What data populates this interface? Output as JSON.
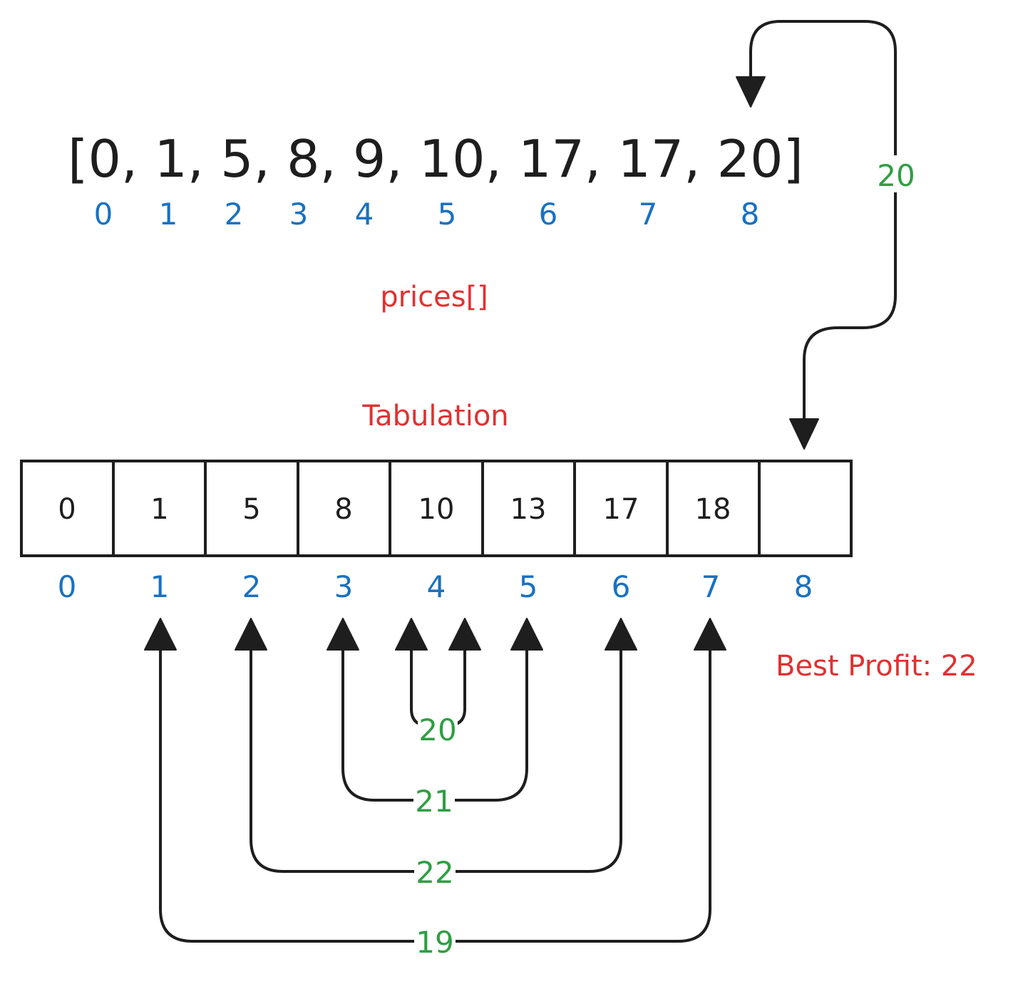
{
  "prices": {
    "array_text": "[0, 1, 5, 8, 9, 10, 17, 17, 20]",
    "indices": [
      "0",
      "1",
      "2",
      "3",
      "4",
      "5",
      "6",
      "7",
      "8"
    ],
    "caption": "prices[]"
  },
  "tabulation": {
    "title": "Tabulation",
    "cells": [
      "0",
      "1",
      "5",
      "8",
      "10",
      "13",
      "17",
      "18",
      ""
    ],
    "indices": [
      "0",
      "1",
      "2",
      "3",
      "4",
      "5",
      "6",
      "7",
      "8"
    ]
  },
  "best_profit": "Best Profit: 22",
  "connections": [
    {
      "from_cell": "8",
      "to_price": "8",
      "label": "20"
    },
    {
      "between": [
        "4",
        "4"
      ],
      "label": "20"
    },
    {
      "between": [
        "3",
        "5"
      ],
      "label": "21"
    },
    {
      "between": [
        "2",
        "6"
      ],
      "label": "22"
    },
    {
      "between": [
        "1",
        "7"
      ],
      "label": "19"
    }
  ],
  "colors": {
    "ink": "#1e1e1e",
    "index_blue": "#1971c2",
    "label_red": "#e03131",
    "value_green": "#2f9e44"
  }
}
